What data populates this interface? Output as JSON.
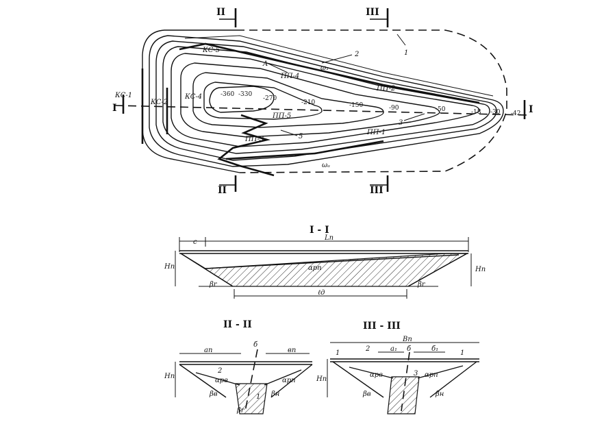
{
  "plan": {
    "section_marks": [
      "II",
      "III",
      "I",
      "II",
      "III",
      "I"
    ],
    "callouts": [
      "1",
      "2",
      "3",
      "A",
      "5"
    ],
    "labels": [
      "КС-5",
      "КС-1",
      "КС-2",
      "КС-4",
      "ПП-4",
      "ПП-2",
      "ПП-5",
      "ПП-3",
      "ПП-1"
    ],
    "omega": [
      "ω₁",
      "ωₐ"
    ],
    "elevations": [
      "-360",
      "-330",
      "-270",
      "-210",
      "-150",
      "-90",
      "-50",
      "-18",
      "-30",
      "-42"
    ]
  },
  "section_1": {
    "title": "I - I",
    "labels": [
      "c",
      "Lп",
      "Hп",
      "Hп",
      "αpп",
      "βr",
      "βr",
      "ℓд"
    ]
  },
  "section_2": {
    "title": "II - II",
    "labels": [
      "aп",
      "б",
      "вп",
      "2",
      "Hп",
      "αpв",
      "βв",
      "βr",
      "βн",
      "αрп",
      "1"
    ]
  },
  "section_3": {
    "title": "III - III",
    "labels": [
      "Bп",
      "1",
      "2",
      "a₁",
      "б",
      "б₁",
      "1",
      "Hп",
      "αpв",
      "3",
      "αрп",
      "βв",
      "βн"
    ]
  }
}
